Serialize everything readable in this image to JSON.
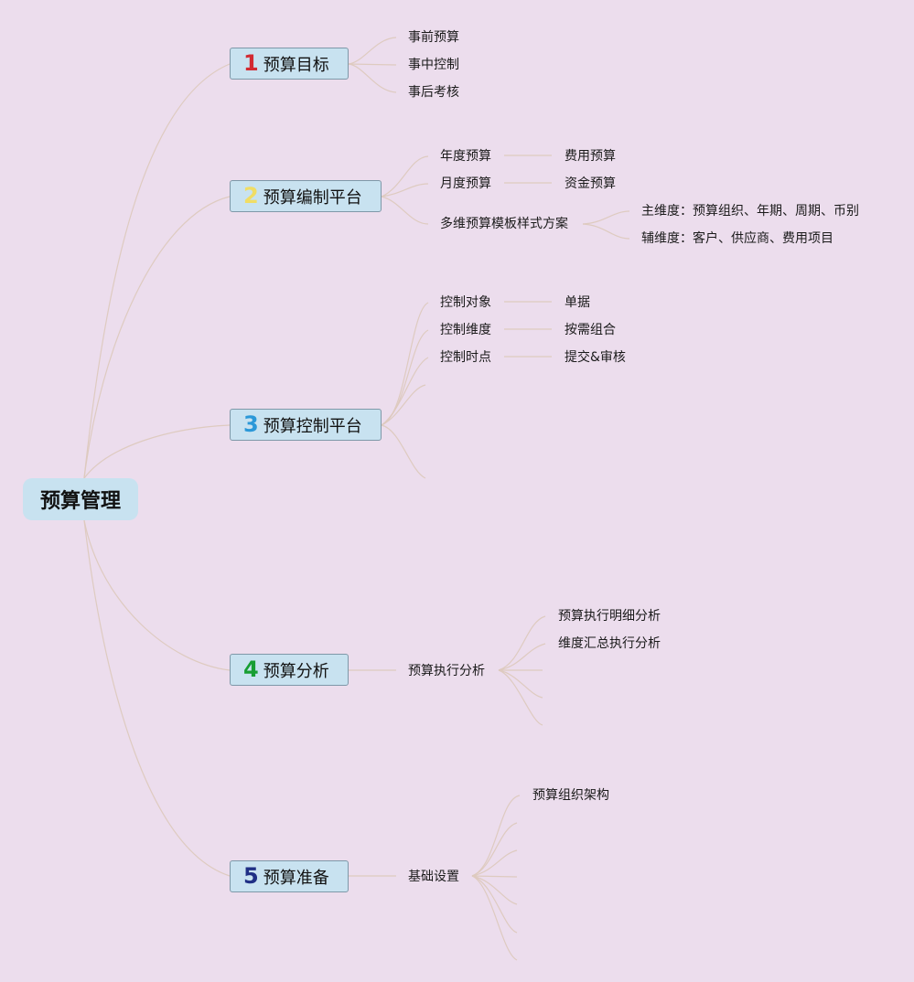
{
  "root": {
    "label": "预算管理"
  },
  "branches": [
    {
      "number": "1",
      "label": "预算目标",
      "number_color": "#d22a32",
      "items": [
        "事前预算",
        "事中控制",
        "事后考核"
      ]
    },
    {
      "number": "2",
      "label": "预算编制平台",
      "number_color": "#f0dd64",
      "items": [
        "年度预算",
        "月度预算",
        "多维预算模板样式方案"
      ],
      "details": [
        "费用预算",
        "资金预算"
      ],
      "dimension_details": [
        "主维度：预算组织、年期、周期、币别",
        "辅维度：客户、供应商、费用项目"
      ]
    },
    {
      "number": "3",
      "label": "预算控制平台",
      "number_color": "#2b98d8",
      "items": [
        "控制对象",
        "控制维度",
        "控制时点"
      ],
      "details": [
        "单据",
        "按需组合",
        "提交&审核"
      ]
    },
    {
      "number": "4",
      "label": "预算分析",
      "number_color": "#179e33",
      "items": [
        "预算执行分析"
      ],
      "details": [
        "预算执行明细分析",
        "维度汇总执行分析"
      ]
    },
    {
      "number": "5",
      "label": "预算准备",
      "number_color": "#1f2f85",
      "items": [
        "基础设置"
      ],
      "details": [
        "预算组织架构"
      ]
    }
  ],
  "colors": {
    "background": "#ecdded",
    "node_fill": "#c8e2f0",
    "node_border": "#7e98a8",
    "connector": "#ddc9be"
  }
}
